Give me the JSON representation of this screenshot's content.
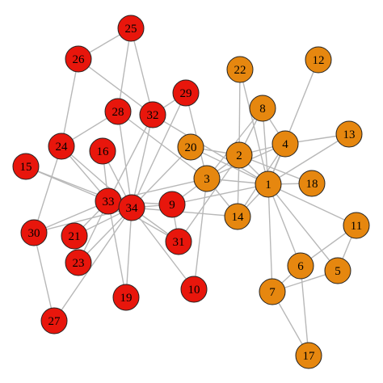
{
  "colors": {
    "group_red": "#e8160c",
    "group_orange": "#e6870f",
    "edge": "#b8b8b8",
    "background": "#ffffff"
  },
  "graph": {
    "nodes": [
      {
        "id": "1",
        "label": "1",
        "group": "orange"
      },
      {
        "id": "2",
        "label": "2",
        "group": "orange"
      },
      {
        "id": "3",
        "label": "3",
        "group": "orange"
      },
      {
        "id": "4",
        "label": "4",
        "group": "orange"
      },
      {
        "id": "5",
        "label": "5",
        "group": "orange"
      },
      {
        "id": "6",
        "label": "6",
        "group": "orange"
      },
      {
        "id": "7",
        "label": "7",
        "group": "orange"
      },
      {
        "id": "8",
        "label": "8",
        "group": "orange"
      },
      {
        "id": "9",
        "label": "9",
        "group": "red"
      },
      {
        "id": "10",
        "label": "10",
        "group": "red"
      },
      {
        "id": "11",
        "label": "11",
        "group": "orange"
      },
      {
        "id": "12",
        "label": "12",
        "group": "orange"
      },
      {
        "id": "13",
        "label": "13",
        "group": "orange"
      },
      {
        "id": "14",
        "label": "14",
        "group": "orange"
      },
      {
        "id": "15",
        "label": "15",
        "group": "red"
      },
      {
        "id": "16",
        "label": "16",
        "group": "red"
      },
      {
        "id": "17",
        "label": "17",
        "group": "orange"
      },
      {
        "id": "18",
        "label": "18",
        "group": "orange"
      },
      {
        "id": "19",
        "label": "19",
        "group": "red"
      },
      {
        "id": "20",
        "label": "20",
        "group": "orange"
      },
      {
        "id": "21",
        "label": "21",
        "group": "red"
      },
      {
        "id": "22",
        "label": "22",
        "group": "orange"
      },
      {
        "id": "23",
        "label": "23",
        "group": "red"
      },
      {
        "id": "24",
        "label": "24",
        "group": "red"
      },
      {
        "id": "25",
        "label": "25",
        "group": "red"
      },
      {
        "id": "26",
        "label": "26",
        "group": "red"
      },
      {
        "id": "27",
        "label": "27",
        "group": "red"
      },
      {
        "id": "28",
        "label": "28",
        "group": "red"
      },
      {
        "id": "29",
        "label": "29",
        "group": "red"
      },
      {
        "id": "30",
        "label": "30",
        "group": "red"
      },
      {
        "id": "31",
        "label": "31",
        "group": "red"
      },
      {
        "id": "32",
        "label": "32",
        "group": "red"
      },
      {
        "id": "33",
        "label": "33",
        "group": "red"
      },
      {
        "id": "34",
        "label": "34",
        "group": "red"
      }
    ],
    "edges": [
      [
        "1",
        "2"
      ],
      [
        "1",
        "3"
      ],
      [
        "1",
        "4"
      ],
      [
        "1",
        "5"
      ],
      [
        "1",
        "6"
      ],
      [
        "1",
        "7"
      ],
      [
        "1",
        "8"
      ],
      [
        "1",
        "9"
      ],
      [
        "1",
        "11"
      ],
      [
        "1",
        "12"
      ],
      [
        "1",
        "13"
      ],
      [
        "1",
        "14"
      ],
      [
        "1",
        "18"
      ],
      [
        "1",
        "20"
      ],
      [
        "1",
        "22"
      ],
      [
        "1",
        "32"
      ],
      [
        "2",
        "3"
      ],
      [
        "2",
        "4"
      ],
      [
        "2",
        "8"
      ],
      [
        "2",
        "14"
      ],
      [
        "2",
        "18"
      ],
      [
        "2",
        "20"
      ],
      [
        "2",
        "22"
      ],
      [
        "2",
        "31"
      ],
      [
        "3",
        "4"
      ],
      [
        "3",
        "8"
      ],
      [
        "3",
        "9"
      ],
      [
        "3",
        "10"
      ],
      [
        "3",
        "14"
      ],
      [
        "3",
        "28"
      ],
      [
        "3",
        "29"
      ],
      [
        "3",
        "33"
      ],
      [
        "4",
        "8"
      ],
      [
        "4",
        "13"
      ],
      [
        "4",
        "14"
      ],
      [
        "5",
        "7"
      ],
      [
        "5",
        "11"
      ],
      [
        "6",
        "7"
      ],
      [
        "6",
        "11"
      ],
      [
        "6",
        "17"
      ],
      [
        "7",
        "17"
      ],
      [
        "9",
        "31"
      ],
      [
        "9",
        "33"
      ],
      [
        "9",
        "34"
      ],
      [
        "10",
        "34"
      ],
      [
        "14",
        "34"
      ],
      [
        "15",
        "33"
      ],
      [
        "15",
        "34"
      ],
      [
        "16",
        "33"
      ],
      [
        "16",
        "34"
      ],
      [
        "19",
        "33"
      ],
      [
        "19",
        "34"
      ],
      [
        "20",
        "34"
      ],
      [
        "21",
        "33"
      ],
      [
        "21",
        "34"
      ],
      [
        "23",
        "33"
      ],
      [
        "23",
        "34"
      ],
      [
        "24",
        "26"
      ],
      [
        "24",
        "28"
      ],
      [
        "24",
        "30"
      ],
      [
        "24",
        "33"
      ],
      [
        "24",
        "34"
      ],
      [
        "25",
        "26"
      ],
      [
        "25",
        "28"
      ],
      [
        "25",
        "32"
      ],
      [
        "26",
        "32"
      ],
      [
        "27",
        "30"
      ],
      [
        "27",
        "34"
      ],
      [
        "28",
        "34"
      ],
      [
        "29",
        "32"
      ],
      [
        "29",
        "34"
      ],
      [
        "30",
        "33"
      ],
      [
        "30",
        "34"
      ],
      [
        "31",
        "33"
      ],
      [
        "31",
        "34"
      ],
      [
        "32",
        "33"
      ],
      [
        "32",
        "34"
      ],
      [
        "33",
        "34"
      ]
    ]
  }
}
